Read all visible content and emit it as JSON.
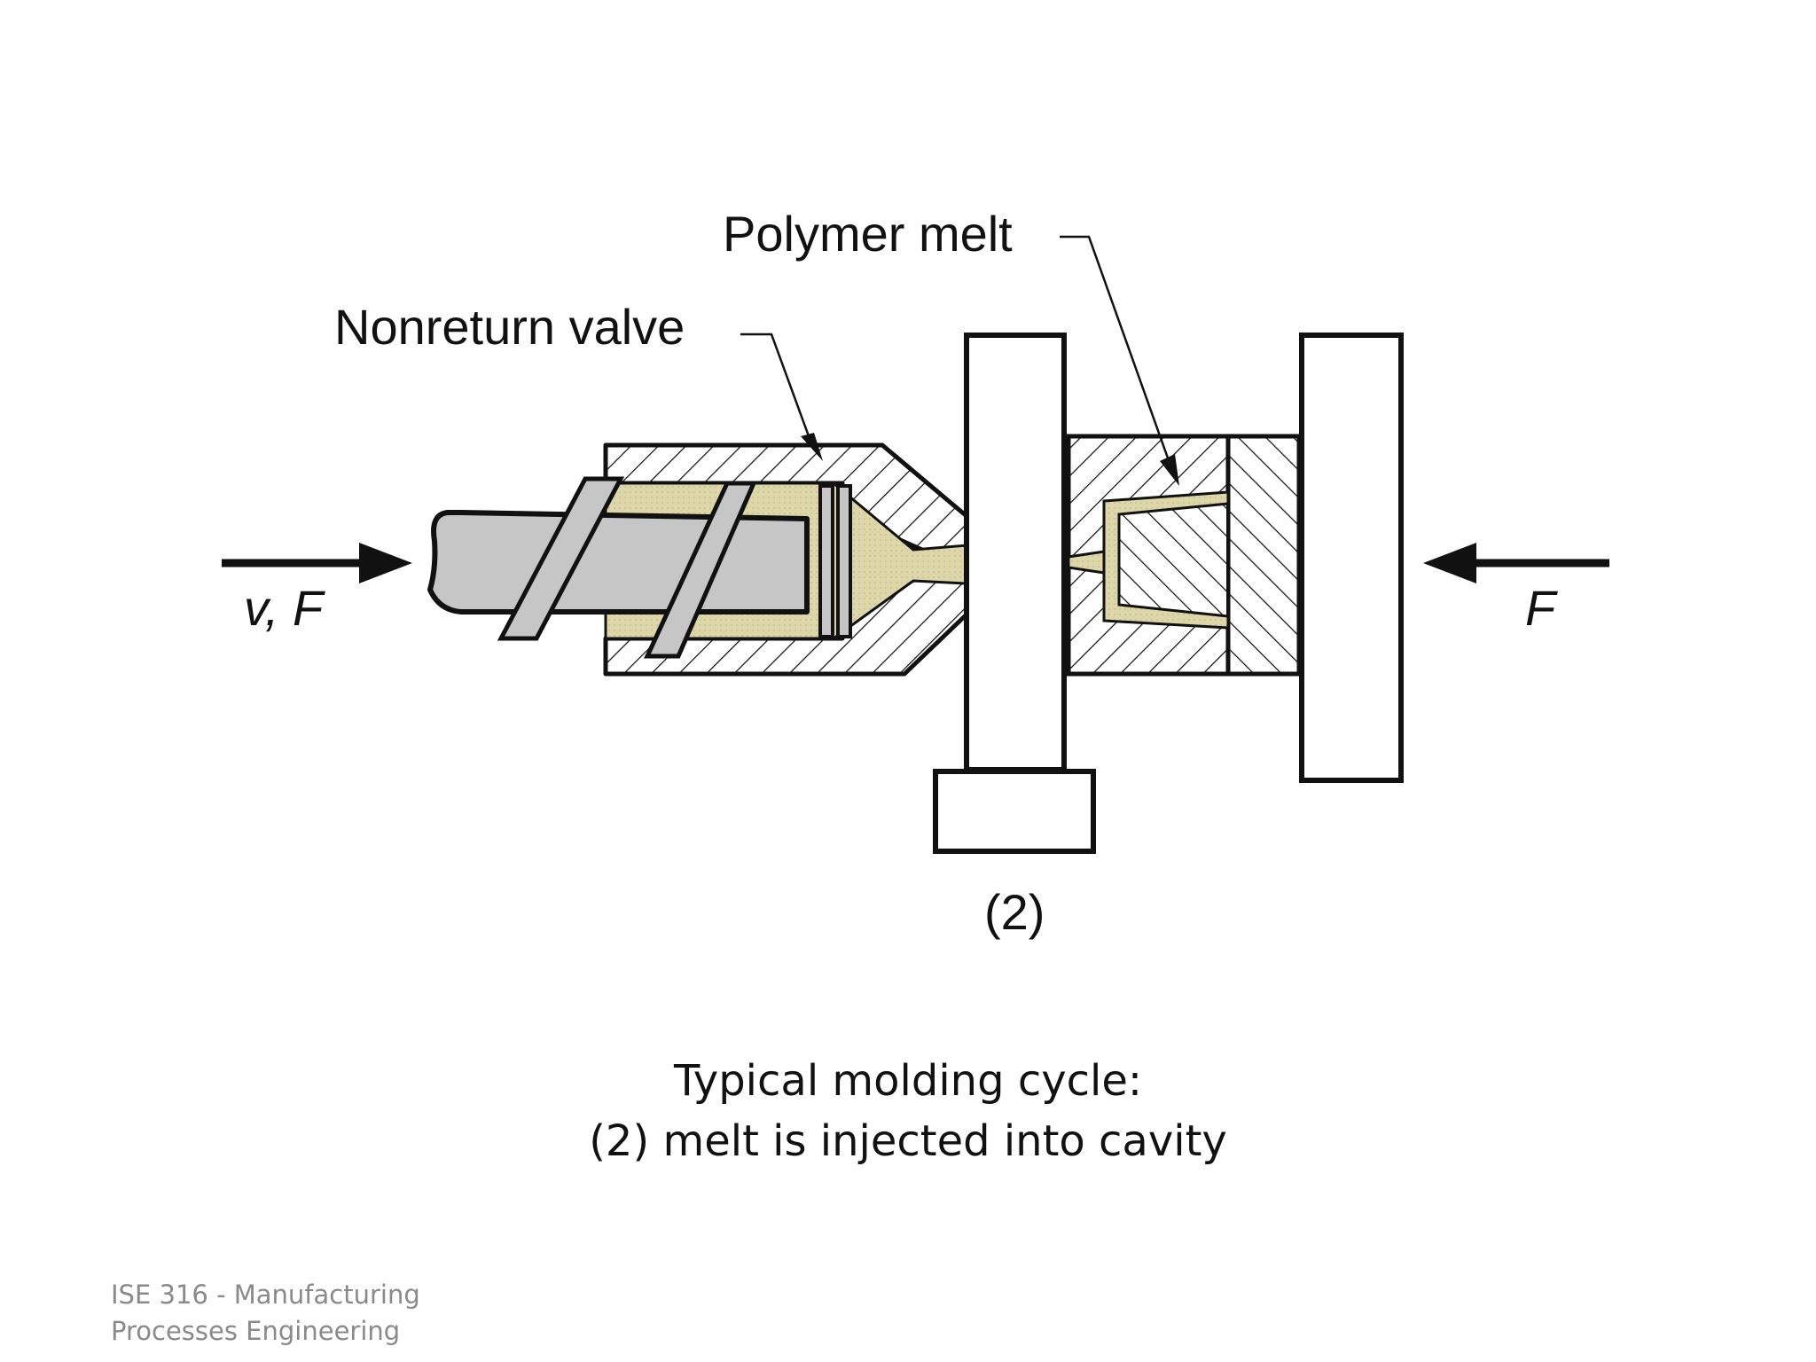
{
  "diagram": {
    "labels": {
      "polymer_melt": "Polymer melt",
      "nonreturn_valve": "Nonreturn valve",
      "left_force": "v, F",
      "right_force": "F",
      "step": "(2)"
    },
    "colors": {
      "melt": "#ddd6a8",
      "screw": "#c6c6c6",
      "outline": "#111111"
    }
  },
  "caption": {
    "line1": "Typical molding cycle:",
    "line2": "(2) melt is injected into cavity"
  },
  "footer": {
    "line1": "ISE 316  -  Manufacturing",
    "line2": "Processes Engineering"
  }
}
